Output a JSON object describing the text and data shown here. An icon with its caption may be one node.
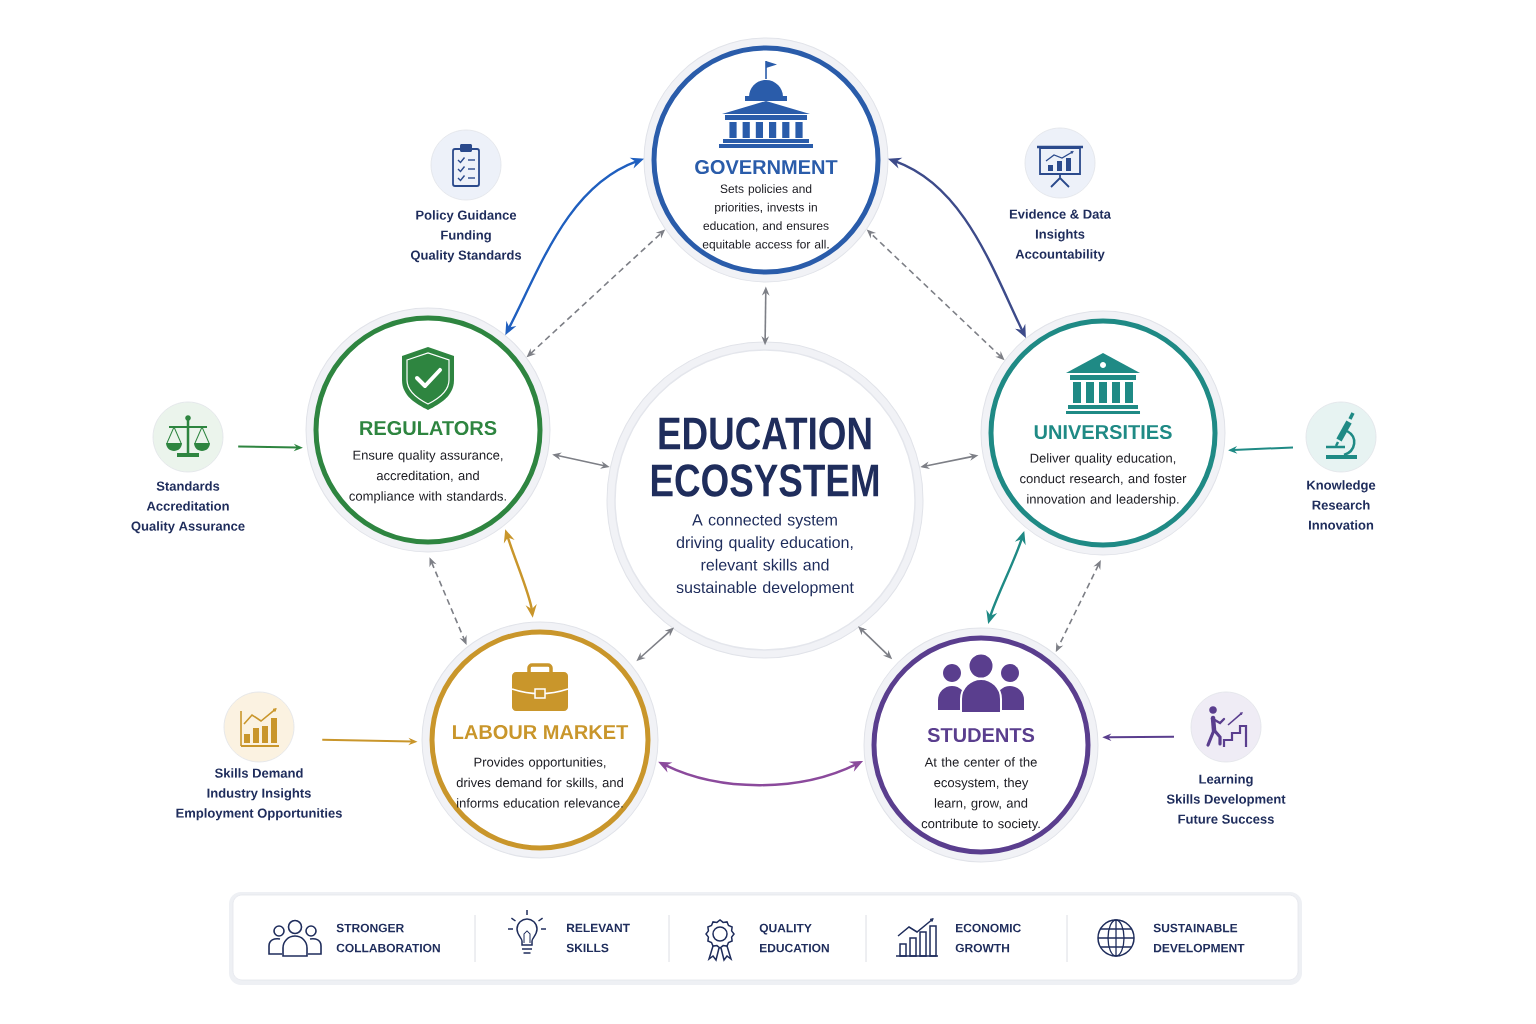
{
  "diagram": {
    "nodes": [
      {
        "text": [
          "GOVERNMENT",
          "Sets policies and priorities, invests in education, and ensures equitable access for all."
        ]
      },
      {
        "text": [
          "Policy Guidance",
          "Funding",
          "Quality Standards"
        ]
      },
      {
        "text": [
          "Evidence & Data",
          "Insights",
          "Accountability"
        ]
      },
      {
        "text": [
          "Standards",
          "Accreditation",
          "Quality Assurance"
        ]
      },
      {
        "text": [
          "REGULATORS",
          "Ensure quality assurance, accreditation, and compliance with standards."
        ]
      },
      {
        "text": [
          "EDUCATION ECOSYSTEM",
          "A connected system driving quality education, relevant skills and sustainable development"
        ]
      },
      {
        "text": [
          "UNIVERSITIES",
          "Deliver quality education, conduct research, and foster innovation and leadership."
        ]
      },
      {
        "text": [
          "Knowledge",
          "Research",
          "Innovation"
        ]
      },
      {
        "text": [
          "Skills Demand",
          "Industry Insights",
          "Employment Opportunities"
        ]
      },
      {
        "text": [
          "LABOUR MARKET",
          "Provides opportunities, drives demand for skills, and informs education relevance."
        ]
      },
      {
        "text": [
          "STUDENTS",
          "At the center of the ecosystem, they learn, grow, and contribute to society."
        ]
      },
      {
        "text": [
          "Learning",
          "Skills Development",
          "Future Success"
        ]
      },
      {
        "text": [
          "STRONGER COLLABORATION",
          "RELEVANT SKILLS",
          "QUALITY EDUCATION",
          "ECONOMIC GROWTH",
          "SUSTAINABLE DEVELOPMENT"
        ]
      }
    ],
    "edges": [
      {
        "from": 4,
        "to": 0,
        "arrow": "both",
        "color": "#1f5fbf"
      },
      {
        "from": 6,
        "to": 0,
        "arrow": "both",
        "color": "#3d4b8a"
      },
      {
        "from": 4,
        "to": 0,
        "arrow": "both",
        "style": "dashed"
      },
      {
        "from": 6,
        "to": 0,
        "arrow": "both",
        "style": "dashed"
      },
      {
        "from": 5,
        "to": 0,
        "arrow": "both"
      },
      {
        "from": 5,
        "to": 4,
        "arrow": "both"
      },
      {
        "from": 5,
        "to": 6,
        "arrow": "both"
      },
      {
        "from": 5,
        "to": 9,
        "arrow": "both"
      },
      {
        "from": 5,
        "to": 10,
        "arrow": "both"
      },
      {
        "from": 3,
        "to": 4,
        "arrow": "to",
        "color": "#2e8540"
      },
      {
        "from": 7,
        "to": 6,
        "arrow": "to",
        "color": "#1f8a85"
      },
      {
        "from": 4,
        "to": 9,
        "arrow": "both",
        "color": "#c9962b"
      },
      {
        "from": 6,
        "to": 10,
        "arrow": "both",
        "color": "#1f8a85"
      },
      {
        "from": 4,
        "to": 9,
        "arrow": "both",
        "style": "dashed"
      },
      {
        "from": 6,
        "to": 10,
        "arrow": "both",
        "style": "dashed"
      },
      {
        "from": 8,
        "to": 9,
        "arrow": "to",
        "color": "#c9962b"
      },
      {
        "from": 11,
        "to": 10,
        "arrow": "to",
        "color": "#5a3e8e"
      },
      {
        "from": 9,
        "to": 10,
        "arrow": "both",
        "color": "#8b4a9c"
      }
    ]
  }
}
